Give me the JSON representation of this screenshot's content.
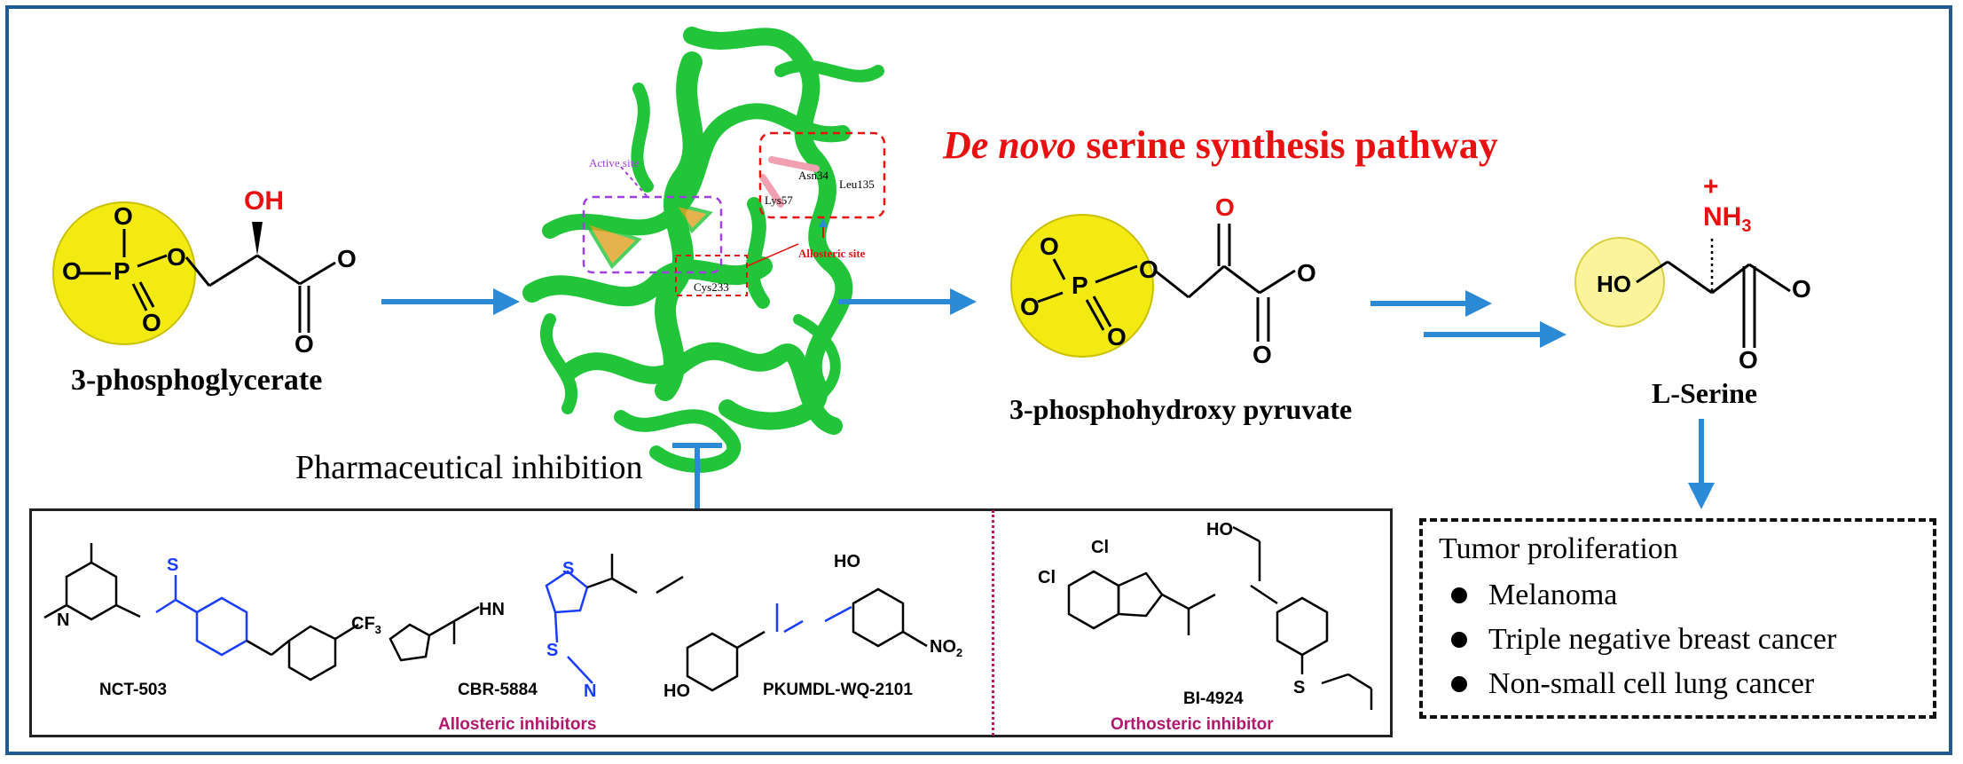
{
  "title": {
    "italic": "De novo",
    "rest": " serine synthesis pathway"
  },
  "metabolites": {
    "m1": "3-phosphoglycerate",
    "m2": "3-phosphohydroxy pyruvate",
    "m3": "L-Serine"
  },
  "protein_sites": {
    "active": "Active site",
    "allosteric": "Allosteric site",
    "asn": "Asn34",
    "leu": "Leu135",
    "lys": "Lys57",
    "cys": "Cys233"
  },
  "pharm_label": "Pharmaceutical inhibition",
  "compounds": [
    "NCT-503",
    "CBR-5884",
    "PKUMDL-WQ-2101",
    "BI-4924"
  ],
  "classes": {
    "allosteric": "Allosteric inhibitors",
    "orthosteric": "Orthosteric inhibitor"
  },
  "tumor": {
    "heading": "Tumor proliferation",
    "items": [
      "Melanoma",
      "Triple negative breast cancer",
      "Non-small cell lung cancer"
    ]
  },
  "atoms": {
    "OH": "OH",
    "O": "O",
    "P": "P",
    "HO": "HO",
    "NH3": "NH",
    "N": "N",
    "S": "S",
    "H": "H",
    "Cl": "Cl",
    "NO2": "NO",
    "CF3": "CF",
    "HN": "HN"
  },
  "colors": {
    "border": "#1f5a92",
    "arrow": "#2a8ad6",
    "title": "#e81010",
    "protein": "#22c53a",
    "yellow": "#f2ea10",
    "class": "#b0186c",
    "blue_atom": "#1a3cff"
  }
}
